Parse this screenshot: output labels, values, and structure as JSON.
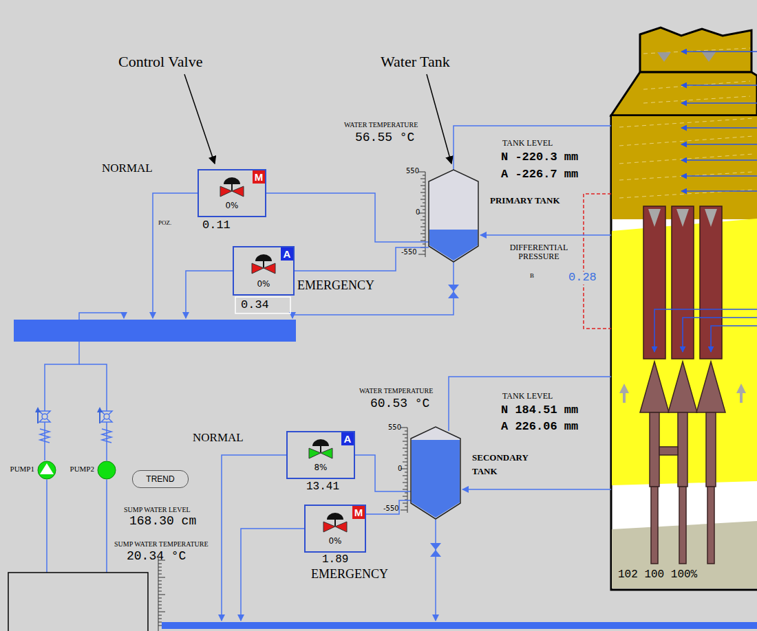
{
  "diagram": {
    "nodes": [
      {
        "text": [
          "M",
          "0%"
        ]
      },
      {
        "text": [
          "A",
          "0%"
        ]
      },
      {
        "text": [
          "PRIMARY TANK"
        ]
      },
      {
        "text": [
          "A",
          "8%"
        ]
      },
      {
        "text": [
          "M",
          "0%"
        ]
      },
      {
        "text": [
          "SECONDARY TANK"
        ]
      },
      {
        "text": [
          "PUMP1"
        ]
      },
      {
        "text": [
          "PUMP2"
        ]
      },
      {
        "text": [
          "TREND"
        ]
      }
    ],
    "edges": [
      {
        "from": 0,
        "to": 2,
        "arrow": "none"
      },
      {
        "from": 1,
        "to": 2,
        "arrow": "none"
      },
      {
        "from": 3,
        "to": 5,
        "arrow": "none"
      },
      {
        "from": 4,
        "to": 5,
        "arrow": "none"
      }
    ],
    "labels": [
      "Control Valve",
      "Water Tank",
      "WATER TEMPERATURE",
      "56.55 °C",
      "TANK LEVEL",
      "N -220.3 mm",
      "A -226.7 mm",
      "NORMAL",
      "POZ.",
      "0.11",
      "550",
      "0",
      "-550",
      "0.34",
      "EMERGENCY",
      "DIFFERENTIAL PRESSURE",
      "B",
      "0.28",
      "WATER TEMPERATURE",
      "60.53 °C",
      "TANK LEVEL",
      "N 184.51 mm",
      "A 226.06 mm",
      "NORMAL",
      "13.41",
      "550",
      "0",
      "-550",
      "1.89",
      "EMERGENCY",
      "SUMP WATER LEVEL",
      "168.30 cm",
      "SUMP WATER TEMPERATURE",
      "20.34 °C",
      "102 100 100%"
    ]
  }
}
